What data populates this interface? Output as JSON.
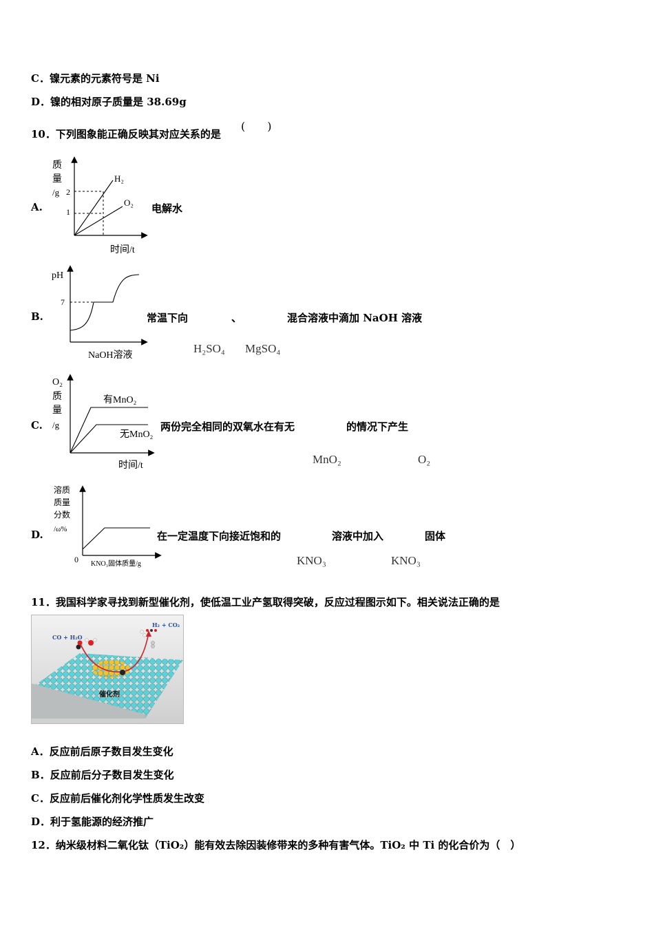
{
  "q9": {
    "option_c": "C．镍元素的元素符号是 Ni",
    "option_d": "D．镍的相对原子质量是 38.69g"
  },
  "q10": {
    "stem": "10．下列图象能正确反映其对应关系的是",
    "blank": "(　　)",
    "a": {
      "letter": "A.",
      "desc": "电解水",
      "ylabel_chars": [
        "质",
        "量",
        "/g"
      ],
      "ytick_2": "2",
      "ytick_1": "1",
      "series_h2": "H₂",
      "series_o2": "O₂",
      "xlabel": "时间/t"
    },
    "b": {
      "letter": "B.",
      "desc_1": "常温下向",
      "desc_2": "、",
      "desc_3": "混合溶液中滴加 NaOH 溶液",
      "formula_1": "H₂SO₄",
      "formula_2": "MgSO₄",
      "ylabel": "pH",
      "ytick_7": "7",
      "xlabel": "NaOH溶液"
    },
    "c": {
      "letter": "C.",
      "desc_1": "两份完全相同的双氧水在有无",
      "desc_2": "的情况下产生",
      "formula_1": "MnO₂",
      "formula_2": "O₂",
      "ylabel_chars": [
        "O₂",
        "质",
        "量",
        "/g"
      ],
      "series_with": "有MnO₂",
      "series_without": "无MnO₂",
      "xlabel": "时间/t"
    },
    "d": {
      "letter": "D.",
      "desc_1": "在一定温度下向接近饱和的",
      "desc_2": "溶液中加入",
      "desc_3": "固体",
      "formula_1": "KNO₃",
      "formula_2": "KNO₃",
      "ylabel_chars": [
        "溶质",
        "质量",
        "分数",
        "/ω%"
      ],
      "origin": "0",
      "xlabel": "KNO₃固体质量/g"
    }
  },
  "q11": {
    "stem": "11．我国科学家寻找到新型催化剂，使低温工业产氢取得突破，反应过程图示如下。相关说法正确的是",
    "image": {
      "label_reactants": "CO + H₂O",
      "label_products": "H₂ + CO₂",
      "label_catalyst": "催化剂"
    },
    "option_a": "A．反应前后原子数目发生变化",
    "option_b": "B．反应前后分子数目发生变化",
    "option_c": "C．反应前后催化剂化学性质发生改变",
    "option_d": "D．利于氢能源的经济推广"
  },
  "q12": {
    "stem": "12．纳米级材料二氧化钛（TiO₂）能有效去除因装修带来的多种有害气体。TiO₂ 中 Ti 的化合价为（　）"
  }
}
